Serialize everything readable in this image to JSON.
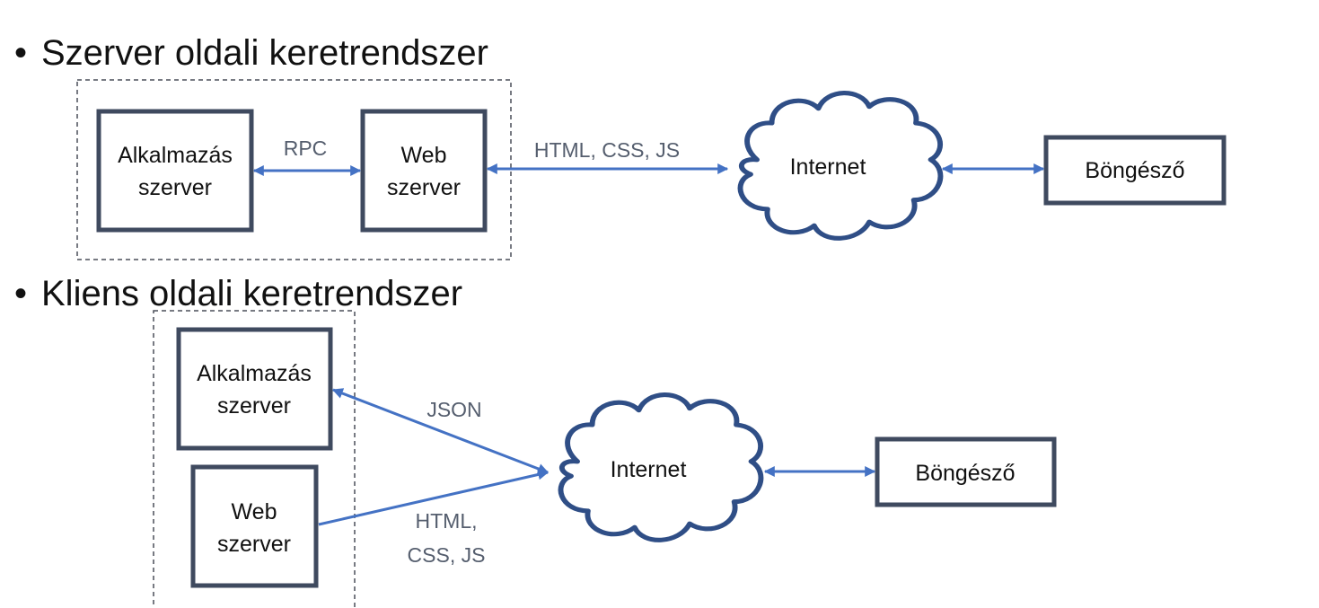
{
  "sections": [
    {
      "heading": "Szerver oldali keretrendszer",
      "nodes": {
        "app_server": [
          "Alkalmazás",
          "szerver"
        ],
        "web_server": [
          "Web",
          "szerver"
        ],
        "internet": "Internet",
        "browser": "Böngésző"
      },
      "edges": {
        "app_web": "RPC",
        "web_internet": "HTML, CSS, JS"
      }
    },
    {
      "heading": "Kliens oldali keretrendszer",
      "nodes": {
        "app_server": [
          "Alkalmazás",
          "szerver"
        ],
        "web_server": [
          "Web",
          "szerver"
        ],
        "internet": "Internet",
        "browser": "Böngésző"
      },
      "edges": {
        "app_internet": "JSON",
        "web_internet": [
          "HTML,",
          "CSS, JS"
        ]
      }
    }
  ],
  "colors": {
    "box_border": "#3f4a5f",
    "cloud_border": "#2f4e86",
    "arrow": "#4472c4",
    "edge_label": "#555e6e"
  }
}
